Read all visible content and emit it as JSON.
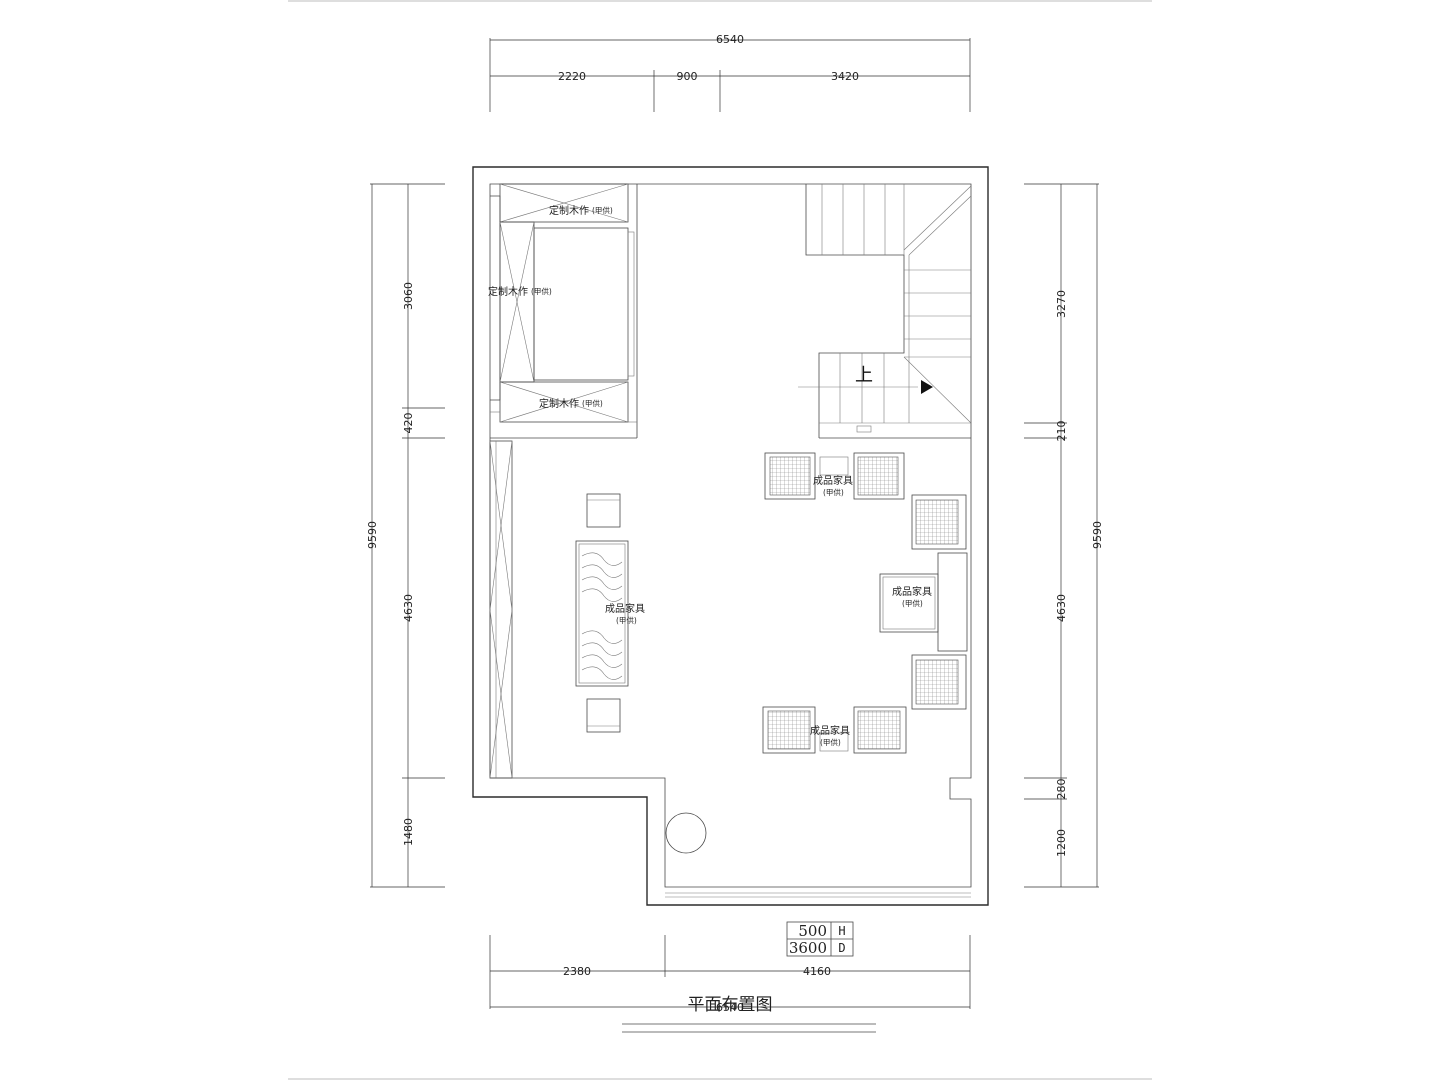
{
  "drawing": {
    "title": "平面布置图",
    "stair_label": "上"
  },
  "dimensions": {
    "top_total": "6540",
    "top_segments": [
      "2220",
      "900",
      "3420"
    ],
    "bottom_segments": [
      "2380",
      "4160"
    ],
    "bottom_total": "6540",
    "left_total": "9590",
    "left_segments": [
      "3060",
      "420",
      "4630",
      "1480"
    ],
    "right_total": "9590",
    "right_segments": [
      "3270",
      "210",
      "4630",
      "280",
      "1200"
    ]
  },
  "labels": {
    "custom_top": {
      "main": "定制木作",
      "sub": "(甲供)"
    },
    "custom_left": {
      "main": "定制木作",
      "sub": "(甲供)"
    },
    "custom_bottom": {
      "main": "定制木作",
      "sub": "(甲供)"
    },
    "furniture_table": {
      "main": "成品家具",
      "sub": "(甲供)"
    },
    "furniture_top": {
      "main": "成品家具",
      "sub": "(甲供)"
    },
    "furniture_right": {
      "main": "成品家具",
      "sub": "(甲供)"
    },
    "furniture_bottom": {
      "main": "成品家具",
      "sub": "(甲供)"
    }
  },
  "level_badge": {
    "height_value": "500",
    "height_letter": "H",
    "depth_value": "3600",
    "depth_letter": "D"
  }
}
